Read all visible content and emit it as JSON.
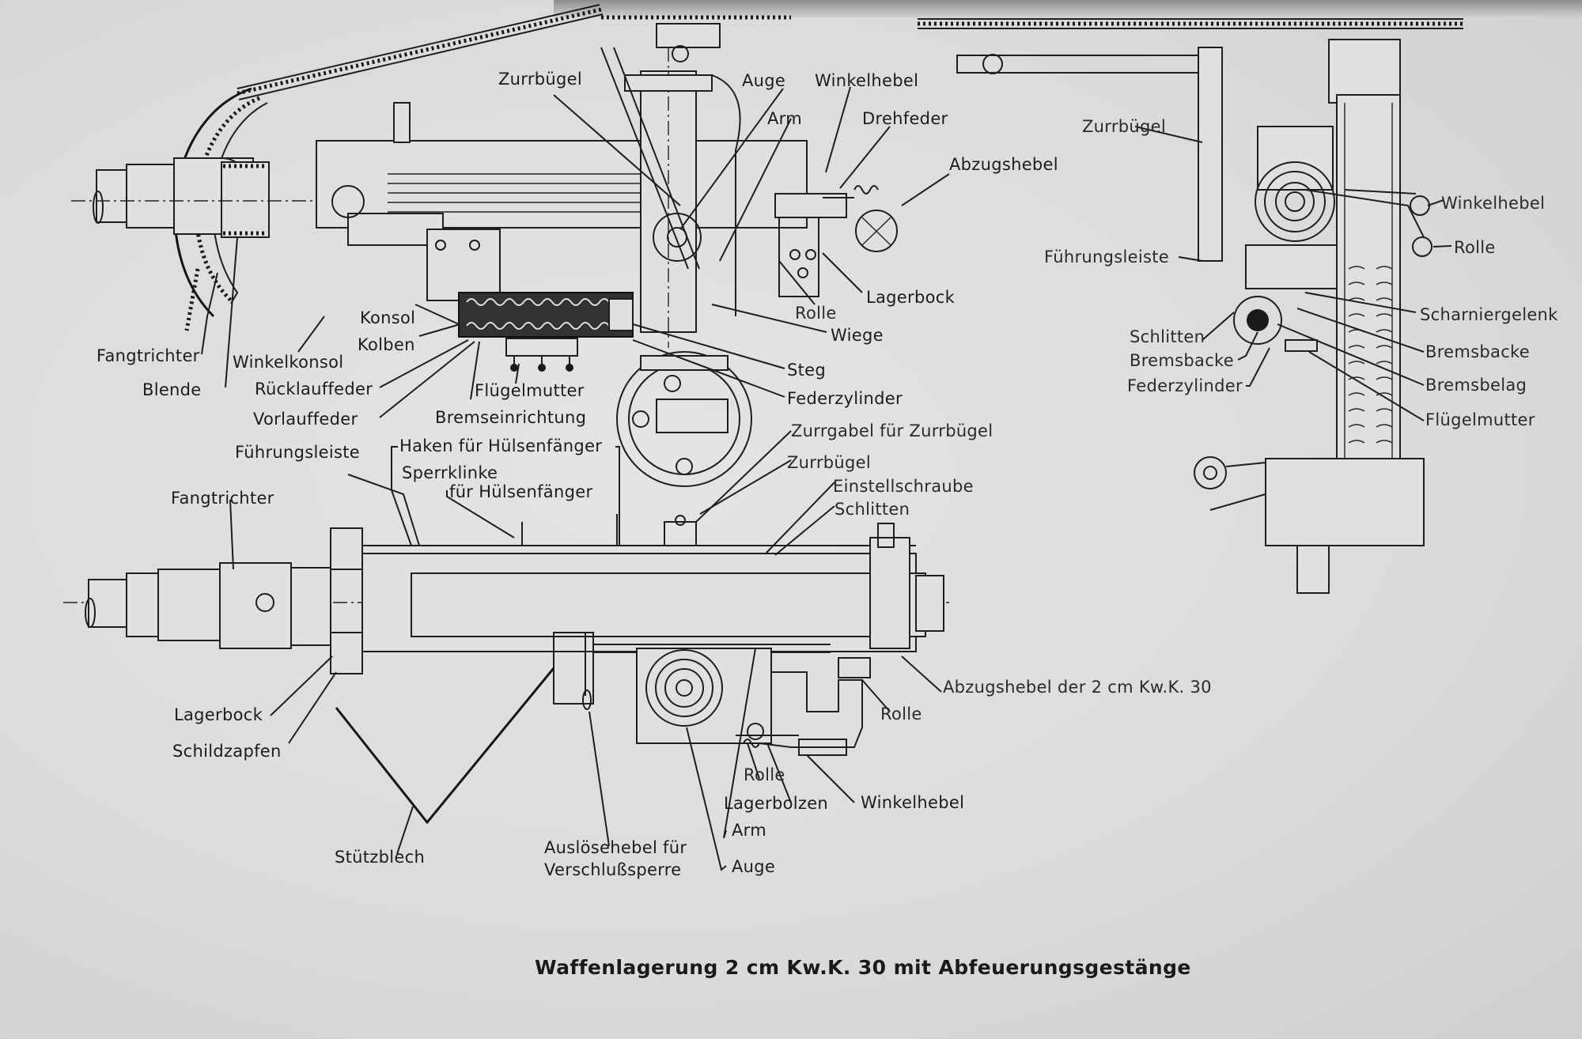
{
  "caption": "Waffenlagerung 2 cm Kw.K. 30 mit Abfeuerungsgestänge",
  "side_view": {
    "labels": {
      "zurrbuegel": "Zurrbügel",
      "auge": "Auge",
      "winkelhebel": "Winkelhebel",
      "arm": "Arm",
      "drehfeder": "Drehfeder",
      "abzugshebel": "Abzugshebel",
      "lagerbock": "Lagerbock",
      "rolle": "Rolle",
      "wiege": "Wiege",
      "konsol": "Konsol",
      "kolben": "Kolben",
      "steg": "Steg",
      "federzylinder": "Federzylinder",
      "fangtrichter": "Fangtrichter",
      "winkelkonsol": "Winkelkonsol",
      "blende": "Blende",
      "ruecklauffeder": "Rücklauffeder",
      "vorlauffeder": "Vorlauffeder",
      "fluegelmutter": "Flügelmutter",
      "bremseinrichtung": "Bremseinrichtung"
    }
  },
  "top_view": {
    "labels": {
      "fuehrungsleiste": "Führungsleiste",
      "haken": "Haken für Hülsenfänger",
      "sperrklinke_1": "Sperrklinke",
      "sperrklinke_2": "für Hülsenfänger",
      "zurrgabel": "Zurrgabel für Zurrbügel",
      "zurrbuegel": "Zurrbügel",
      "einstellschraube": "Einstellschraube",
      "schlitten": "Schlitten",
      "fangtrichter": "Fangtrichter",
      "abzugshebel": "Abzugshebel der 2 cm Kw.K. 30",
      "rolle_1": "Rolle",
      "lagerbock": "Lagerbock",
      "schildzapfen": "Schildzapfen",
      "rolle_2": "Rolle",
      "lagerbolzen": "Lagerbolzen",
      "winkelhebel": "Winkelhebel",
      "arm": "Arm",
      "stuetzblech": "Stützblech",
      "ausloesehebel_1": "Auslösehebel für",
      "ausloesehebel_2": "Verschlußsperre",
      "auge": "Auge"
    }
  },
  "front_view": {
    "labels": {
      "zurrbuegel": "Zurrbügel",
      "winkelhebel": "Winkelhebel",
      "rolle": "Rolle",
      "fuehrungsleiste": "Führungsleiste",
      "scharniergelenk": "Scharniergelenk",
      "schlitten": "Schlitten",
      "bremsbacke_left": "Bremsbacke",
      "bremsbacke_right": "Bremsbacke",
      "federzylinder": "Federzylinder",
      "bremsbelag": "Bremsbelag",
      "fluegelmutter": "Flügelmutter"
    }
  }
}
